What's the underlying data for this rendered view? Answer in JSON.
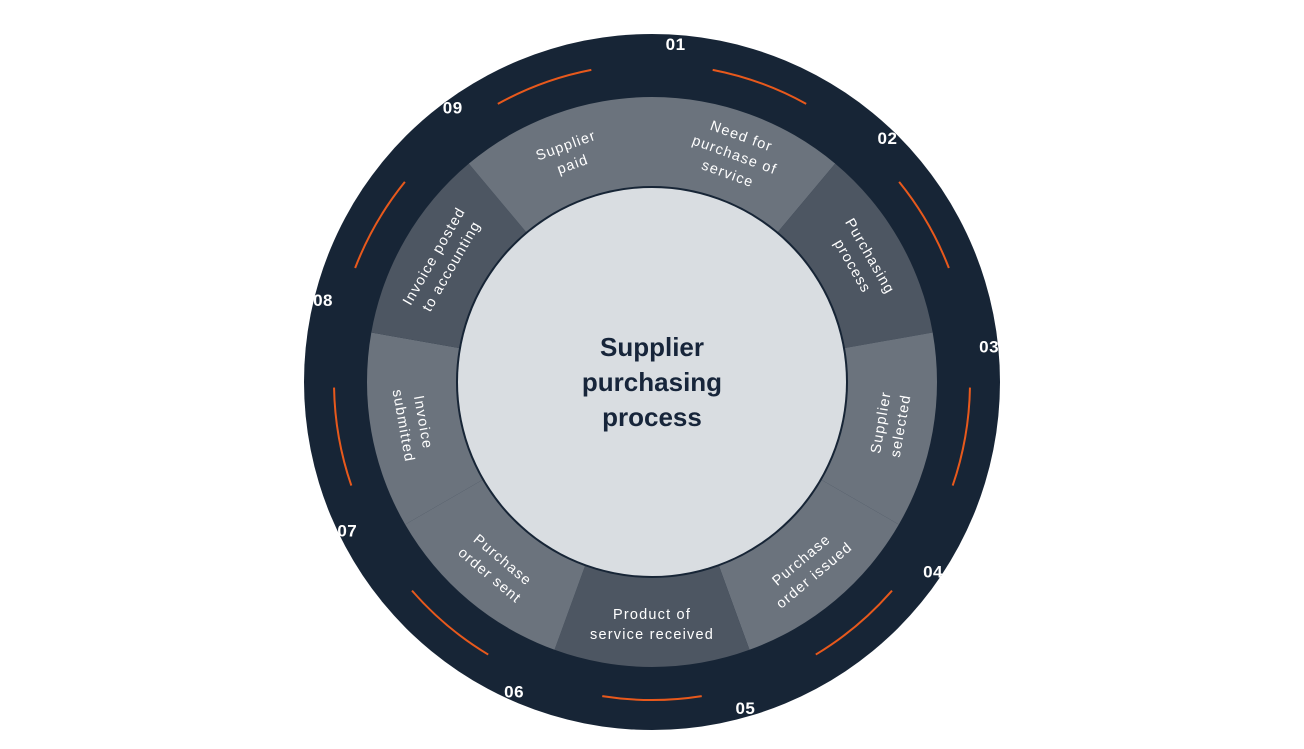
{
  "diagram": {
    "center_title": [
      "Supplier",
      "purchasing",
      "process"
    ],
    "steps": [
      {
        "number": "01",
        "label": [
          "Need for",
          "purchase of",
          "service"
        ]
      },
      {
        "number": "02",
        "label": [
          "Purchasing",
          "process"
        ]
      },
      {
        "number": "03",
        "label": [
          "Supplier",
          "selected"
        ]
      },
      {
        "number": "04",
        "label": [
          "Purchase",
          "order issued"
        ]
      },
      {
        "number": "05",
        "label": [
          "Product of",
          "service received"
        ]
      },
      {
        "number": "06",
        "label": [
          "Purchase",
          "order sent"
        ]
      },
      {
        "number": "07",
        "label": [
          "Invoice",
          "submitted"
        ]
      },
      {
        "number": "08",
        "label": [
          "Invoice posted",
          "to accounting"
        ]
      },
      {
        "number": "09",
        "label": [
          "Supplier",
          "paid"
        ]
      }
    ],
    "colors": {
      "outer_ring": "#172536",
      "accent_arc": "#e8591c",
      "center_disc": "#d9dde1",
      "center_text": "#17253a",
      "segment_light": "#6b737d",
      "segment_dark": "#4d5662",
      "separator": "#5a626d"
    }
  }
}
